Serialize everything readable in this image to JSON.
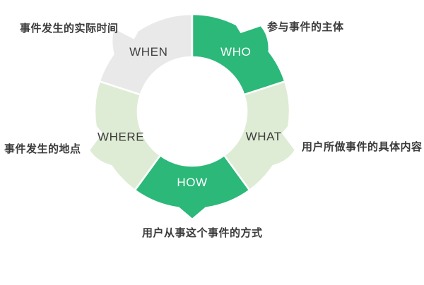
{
  "page": {
    "background": "#ffffff"
  },
  "diagram": {
    "type": "cycle-arrow-donut",
    "divider_color": "#ffffff",
    "note_color": "#3b3b3b",
    "palette": {
      "green": "#2bb878",
      "light_green": "#dfecd5",
      "gray": "#e9e9e9",
      "dark_text": "#3d3d3d",
      "white_text": "#ffffff"
    },
    "segments": [
      {
        "key": "when",
        "label": "WHEN",
        "fill": "#e9e9e9",
        "label_color": "#3d3d3d",
        "note": "事件发生的实际时间"
      },
      {
        "key": "who",
        "label": "WHO",
        "fill": "#2bb878",
        "label_color": "#ffffff",
        "note": "参与事件的主体"
      },
      {
        "key": "what",
        "label": "WHAT",
        "fill": "#dfecd5",
        "label_color": "#3d3d3d",
        "note": "用户所做事件的具体内容"
      },
      {
        "key": "how",
        "label": "HOW",
        "fill": "#2bb878",
        "label_color": "#ffffff",
        "note": "用户从事这个事件的方式"
      },
      {
        "key": "where",
        "label": "WHERE",
        "fill": "#dfecd5",
        "label_color": "#3d3d3d",
        "note": "事件发生的地点"
      }
    ]
  }
}
